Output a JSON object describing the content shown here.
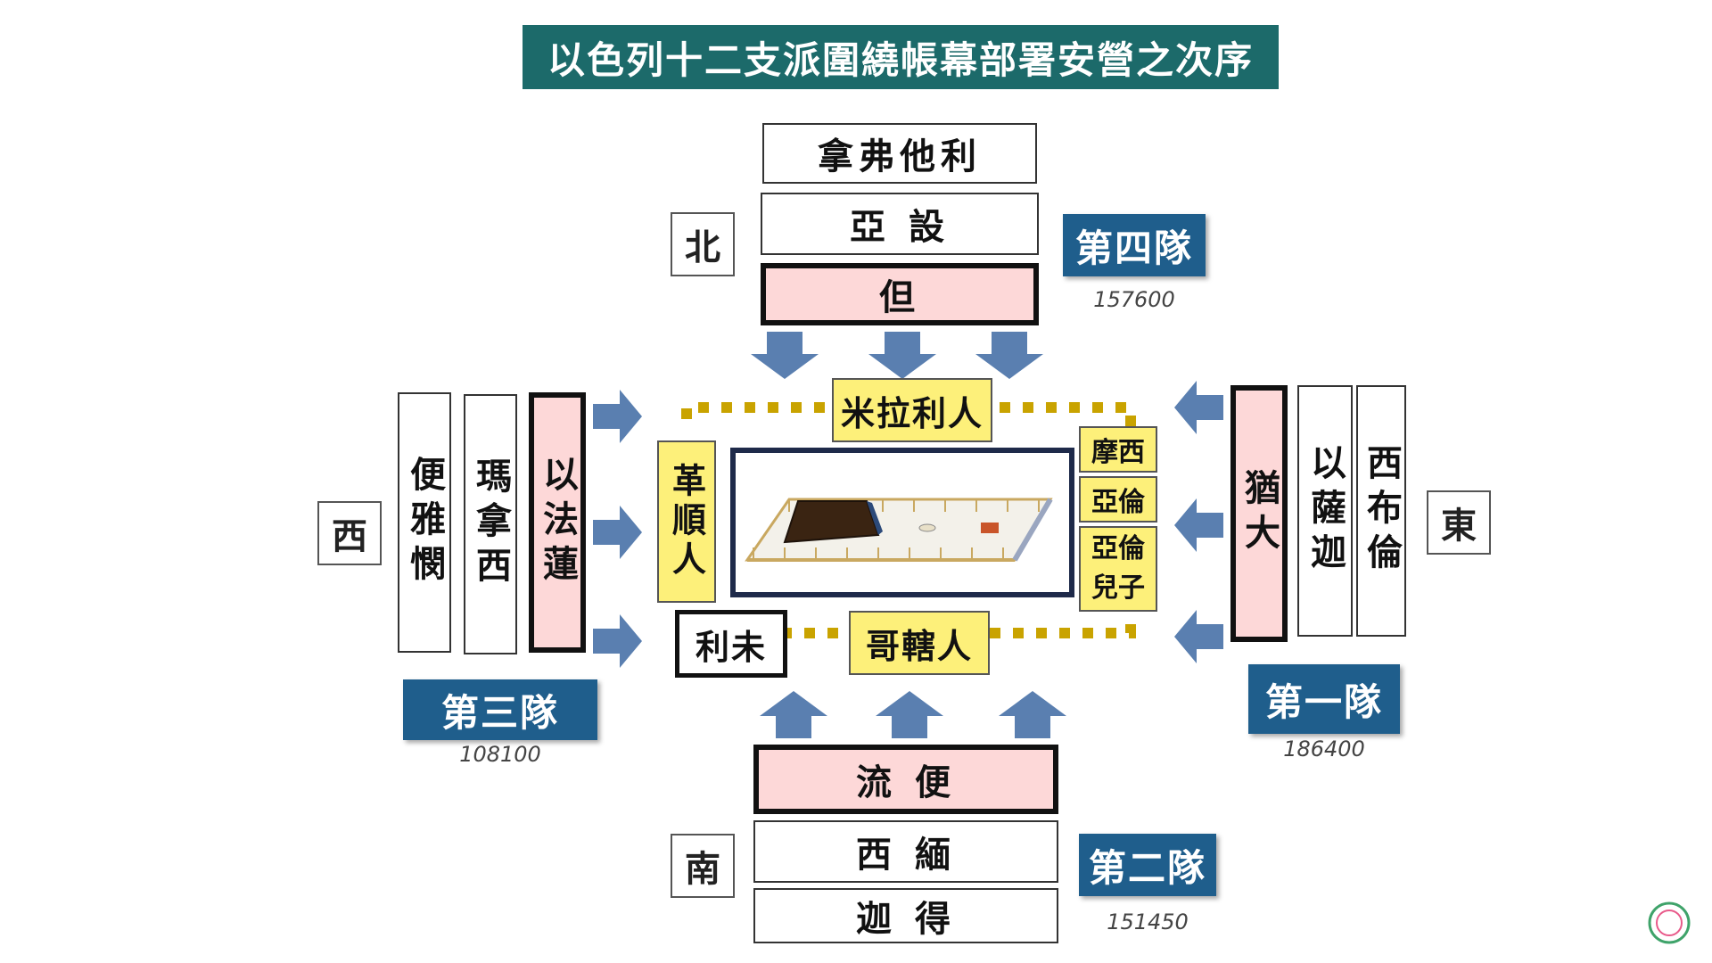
{
  "title": "以色列十二支派圍繞帳幕部署安營之次序",
  "directions": {
    "north": "北",
    "south": "南",
    "west": "西",
    "east": "東"
  },
  "north": {
    "tribes": [
      "拿弗他利",
      "亞 設",
      "但"
    ],
    "lead": "但",
    "division": "第四隊",
    "count": "157600"
  },
  "south": {
    "tribes": [
      "流 便",
      "西 緬",
      "迦 得"
    ],
    "lead": "流 便",
    "division": "第二隊",
    "count": "151450"
  },
  "west": {
    "tribes": [
      "便雅憫",
      "瑪拿西",
      "以法蓮"
    ],
    "lead": "以法蓮",
    "division": "第三隊",
    "count": "108100"
  },
  "east": {
    "tribes": [
      "猶大",
      "以薩迦",
      "西布倫"
    ],
    "lead": "猶大",
    "division": "第一隊",
    "count": "186400"
  },
  "levites": {
    "merari": "米拉利人",
    "gershon": "革順人",
    "kohath": "哥轄人",
    "levi": "利未",
    "moses": "摩西",
    "aaron": "亞倫",
    "aaron_sons": "亞倫兒子"
  },
  "colors": {
    "title_bg": "#1c6a6a",
    "badge_bg": "#1f5e8c",
    "lead_fill": "#fdd8d8",
    "levite_fill": "#fdf07a",
    "dotted_border": "#c9a300",
    "arrow": "#5a7fb0"
  }
}
